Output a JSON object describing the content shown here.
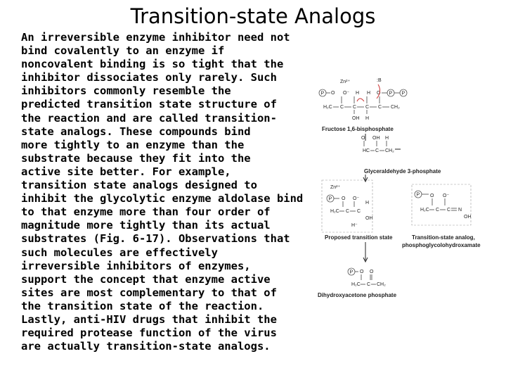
{
  "title": "Transition-state Analogs",
  "paragraph_lines": [
    "An irreversible enzyme inhibitor need not",
    "bind covalently to an enzyme if",
    "noncovalent binding is so tight that the",
    "inhibitor dissociates only rarely. Such",
    "inhibitors commonly resemble the",
    "predicted transition state structure of",
    "the reaction and are called transition-",
    "state analogs. These compounds bind",
    "more tightly to an enzyme than the",
    "substrate because they fit into the",
    "active site better. For example,",
    "transition state analogs designed to",
    "inhibit the glycolytic enzyme aldolase bind",
    "to that enzyme more than four order of",
    "magnitude more tightly than its actual",
    "substrates (Fig. 6-17). Observations that",
    "such molecules are effectively",
    "irreversible inhibitors of enzymes,",
    "support the concept that enzyme active",
    "sites are most complementary to that of",
    "the transition state of the reaction.",
    "Lastly, anti-HIV drugs that inhibit the",
    "required protease function of the virus",
    "are actually transition-state analogs."
  ],
  "figure": {
    "labels": {
      "fructose": "Fructose 1,6-bisphosphate",
      "glyceraldehyde": "Glyceraldehyde 3-phosphate",
      "proposed": "Proposed transition state",
      "analog_line1": "Transition-state analog,",
      "analog_line2": "phosphoglycolohydroxamate",
      "dhap": "Dihydroxyacetone phosphate"
    }
  }
}
